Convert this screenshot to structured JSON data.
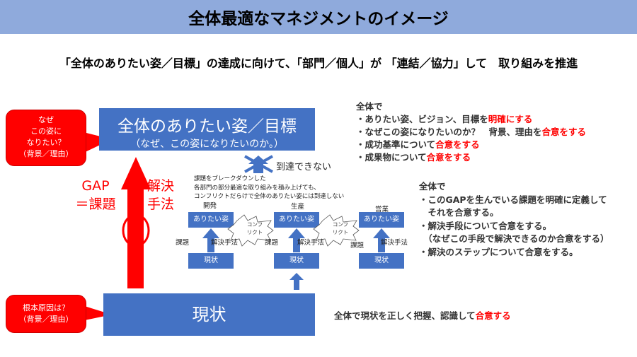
{
  "title": "全体最適なマネジメントのイメージ",
  "subtitle": "「全体のありたい姿／目標」の達成に向けて、「部門／個人」が 「連結／協力」して　取り組みを推進",
  "goal_box": {
    "title": "全体のありたい姿／目標",
    "sub": "（なぜ、この姿になりたいのか。）"
  },
  "current_box": {
    "title": "現状"
  },
  "callout_top": [
    "なぜ",
    "この姿に",
    "なりたい？",
    "（背景／理由）"
  ],
  "callout_bottom": [
    "根本原因は？",
    "（背景／理由）"
  ],
  "gap": [
    "GAP",
    "＝課題"
  ],
  "solution": [
    "解決",
    "手法"
  ],
  "unreachable": "到達できない",
  "breakdown_note": [
    "課題をブレークダウンした",
    "各部門の部分最適な取り組みを積み上げても、",
    "コンフリクトだらけで全体のありたい姿には到達しない"
  ],
  "departments": [
    {
      "name": "開発",
      "goal": "ありたい姿",
      "current": "現状",
      "issue": "課題",
      "method": "解決手法"
    },
    {
      "name": "生産",
      "goal": "ありたい姿",
      "current": "現状",
      "issue": "課題",
      "method": "解決手法"
    },
    {
      "name": "営業",
      "goal": "ありたい姿",
      "current": "現状",
      "issue": "課題",
      "method": "解決手法"
    }
  ],
  "conflict": [
    "コンフ",
    "リクト"
  ],
  "right_top": {
    "head": "全体で",
    "items": [
      {
        "text": "・ありたい姿、ビジョン、目標を",
        "em": "明確にする"
      },
      {
        "text": "・なぜこの姿になりたいのか？　背景、理由を",
        "em": "合意をする"
      },
      {
        "text": "・成功基準について",
        "em": "合意をする"
      },
      {
        "text": "・成果物について",
        "em": "合意をする"
      }
    ]
  },
  "right_mid": {
    "head": "全体で",
    "items": [
      "・このGAPを生んでいる課題を明確に定義して",
      "　それを合意する。",
      "・解決手段について合意をする。",
      "　（なぜこの手段で解決できるのか合意をする）",
      "・解決のステップについて合意をする。"
    ]
  },
  "right_bottom": {
    "text": "全体で現状を正しく把握、認識して",
    "em": "合意する"
  },
  "colors": {
    "blue": "#4472c4",
    "red": "#ff0000",
    "header": "#8faadc"
  }
}
